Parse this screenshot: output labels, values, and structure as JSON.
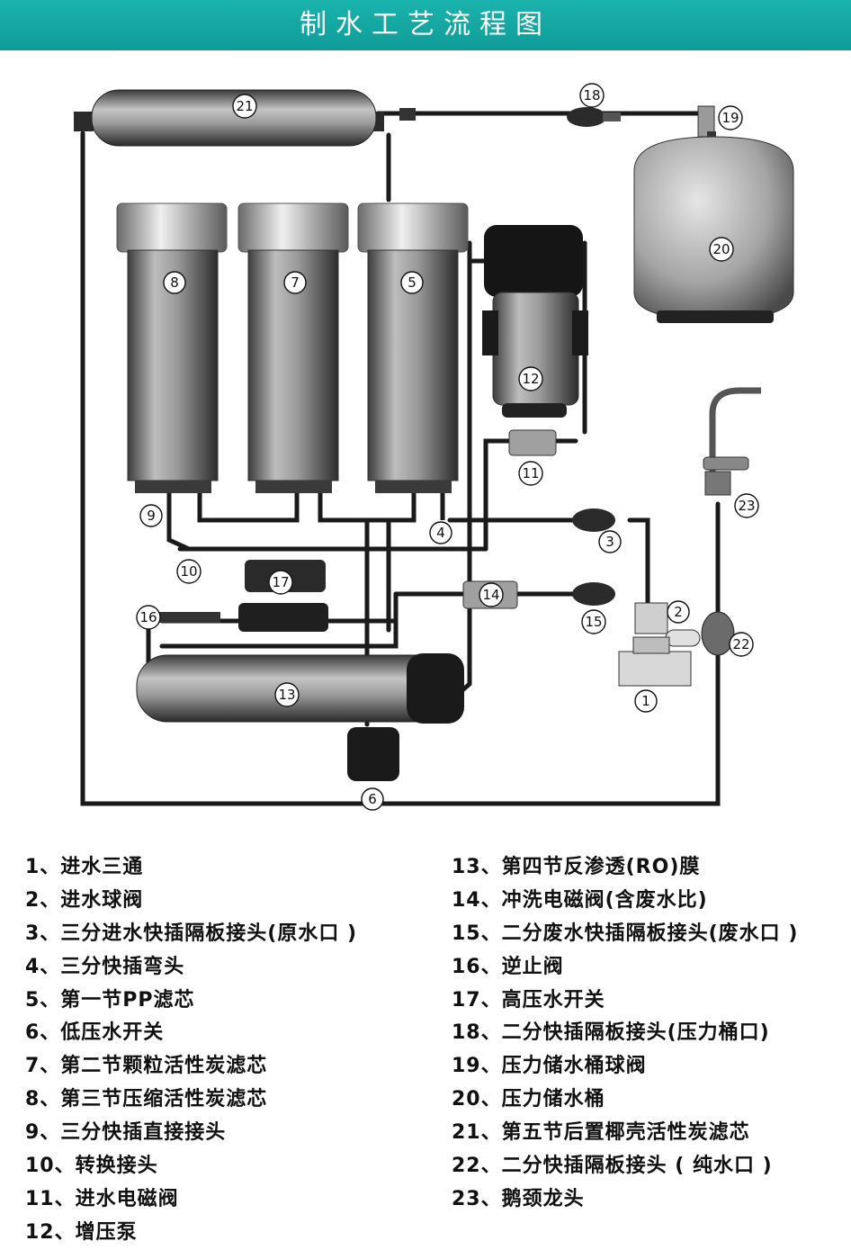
{
  "title": "制水工艺流程图",
  "callouts": [
    "1",
    "2",
    "3",
    "4",
    "5",
    "6",
    "7",
    "8",
    "9",
    "10",
    "11",
    "12",
    "13",
    "14",
    "15",
    "16",
    "17",
    "18",
    "19",
    "20",
    "21",
    "22",
    "23"
  ],
  "legend": {
    "left": [
      "1、进水三通",
      "2、进水球阀",
      "3、三分进水快插隔板接头(原水口 )",
      "4、三分快插弯头",
      "5、第一节PP滤芯",
      "6、低压水开关",
      "7、第二节颗粒活性炭滤芯",
      "8、第三节压缩活性炭滤芯",
      "9、三分快插直接接头",
      "10、转换接头",
      "11、进水电磁阀",
      "12、增压泵"
    ],
    "right": [
      "13、第四节反渗透(RO)膜",
      "14、冲洗电磁阀(含废水比)",
      "15、二分废水快插隔板接头(废水口 )",
      "16、逆止阀",
      "17、高压水开关",
      "18、二分快插隔板接头(压力桶口)",
      "19、压力储水桶球阀",
      "20、压力储水桶",
      "21、第五节后置椰壳活性炭滤芯",
      "22、二分快插隔板接头 ( 纯水口 )",
      "23、鹅颈龙头"
    ]
  },
  "colors": {
    "title_bar": "#14a8a3",
    "title_text": "#ffffff",
    "pipe": "#1a1a1a",
    "housing": "#8a8a8a"
  }
}
